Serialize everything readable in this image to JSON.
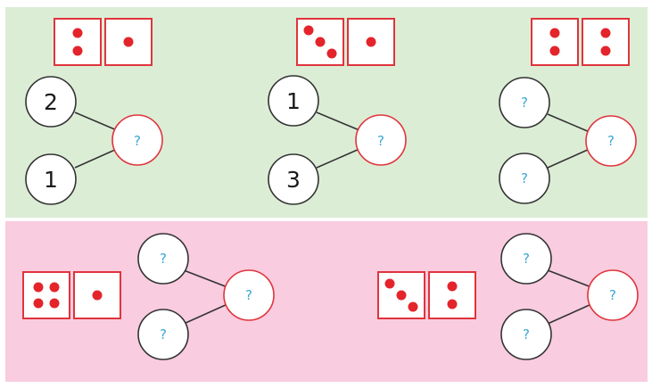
{
  "colors": {
    "top_panel": "#dcedd6",
    "bottom_panel": "#f9ccdf",
    "die_border": "#e0343c",
    "pip": "#e4242b",
    "result_circle_border": "#e0343c",
    "input_circle_border": "#333333",
    "question_mark": "#3aa6d6"
  },
  "problems": [
    {
      "dice": [
        2,
        1
      ],
      "top_label": "2",
      "bottom_label": "1",
      "result_label": "?"
    },
    {
      "dice": [
        3,
        1
      ],
      "top_label": "1",
      "bottom_label": "3",
      "result_label": "?"
    },
    {
      "dice": [
        2,
        2
      ],
      "top_label": "?",
      "bottom_label": "?",
      "result_label": "?"
    },
    {
      "dice": [
        4,
        1
      ],
      "top_label": "?",
      "bottom_label": "?",
      "result_label": "?"
    },
    {
      "dice": [
        3,
        2
      ],
      "top_label": "?",
      "bottom_label": "?",
      "result_label": "?"
    }
  ]
}
